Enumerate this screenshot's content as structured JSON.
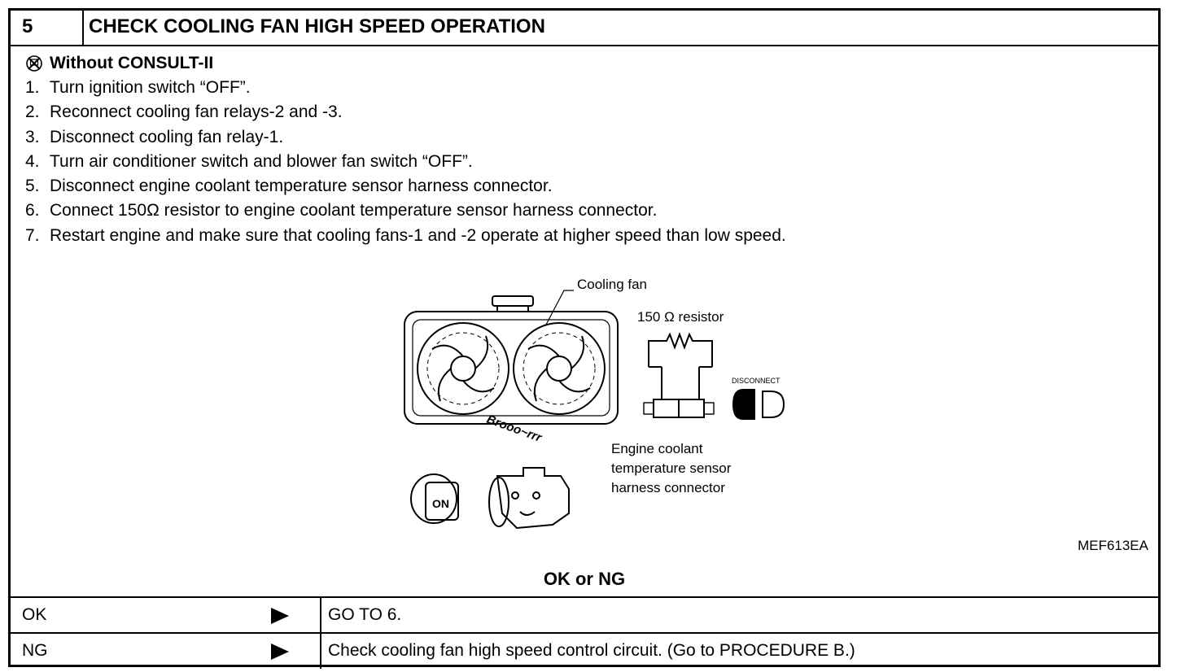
{
  "header": {
    "step_number": "5",
    "title": "CHECK COOLING FAN HIGH SPEED OPERATION"
  },
  "consult": {
    "icon": "consult-crossed-icon",
    "label": "Without CONSULT-II"
  },
  "steps": [
    {
      "num": "1.",
      "text": "Turn ignition switch “OFF”."
    },
    {
      "num": "2.",
      "text": "Reconnect cooling fan relays-2 and -3."
    },
    {
      "num": "3.",
      "text": "Disconnect cooling fan relay-1."
    },
    {
      "num": "4.",
      "text": "Turn air conditioner switch and blower fan switch “OFF”."
    },
    {
      "num": "5.",
      "text": "Disconnect engine coolant temperature sensor harness connector."
    },
    {
      "num": "6.",
      "text": "Connect 150Ω resistor to engine coolant temperature sensor harness connector."
    },
    {
      "num": "7.",
      "text": "Restart engine and make sure that cooling fans-1 and -2 operate at higher speed than low speed."
    }
  ],
  "figure": {
    "label_cooling_fan": "Cooling fan",
    "label_resistor": "150 Ω resistor",
    "label_disconnect": "DISCONNECT",
    "label_sound": "Brooo~rrr",
    "label_key": "ON",
    "label_connector_1": "Engine coolant",
    "label_connector_2": "temperature sensor",
    "label_connector_3": "harness connector",
    "code": "MEF613EA"
  },
  "okng": {
    "label": "OK or NG"
  },
  "results": [
    {
      "key": "OK",
      "value": "GO TO 6."
    },
    {
      "key": "NG",
      "value": "Check cooling fan high speed control circuit. (Go to PROCEDURE B.)"
    }
  ]
}
